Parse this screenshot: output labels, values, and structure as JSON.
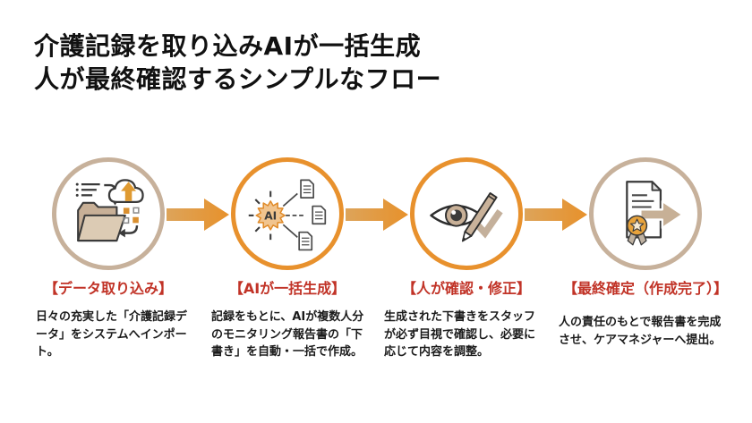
{
  "title": {
    "line1": "介護記録を取り込みAIが一括生成",
    "line2": "人が最終確認するシンプルなフロー"
  },
  "colors": {
    "background": "#ffffff",
    "title_text": "#111111",
    "label_red": "#C13327",
    "body_text": "#1b1b1b",
    "ring_orange": "#E8912D",
    "ring_tan": "#C7B19B",
    "arrow_orange": "#E7912B",
    "arrow_tan": "#DDA45A"
  },
  "steps": [
    {
      "label": "【データ取り込み】",
      "description": "日々の充実した「介護記録データ」をシステムへインポート。",
      "icon": "data-import-icon",
      "ring_color": "#C7B19B"
    },
    {
      "label": "【AIが一括生成】",
      "description": "記録をもとに、AIが複数人分のモニタリング報告書の「下書き」を自動・一括で作成。",
      "icon": "ai-generation-icon",
      "ring_color": "#E8912D",
      "icon_text": "AI"
    },
    {
      "label": "【人が確認・修正】",
      "description": "生成された下書きをスタッフが必ず目視で確認し、必要に応じて内容を調整。",
      "icon": "human-review-icon",
      "ring_color": "#E8912D"
    },
    {
      "label": "【最終確定（作成完了）】",
      "description": "人の責任のもとで報告書を完成させ、ケアマネジャーへ提出。",
      "icon": "final-submit-icon",
      "ring_color": "#C7B19B"
    }
  ],
  "arrows": {
    "between_steps": 3,
    "icon": "flow-arrow-icon"
  }
}
